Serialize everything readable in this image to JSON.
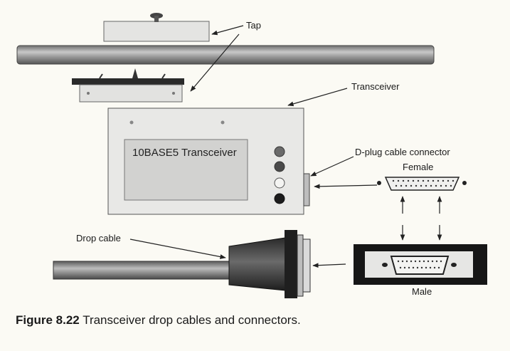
{
  "labels": {
    "tap": "Tap",
    "transceiver": "Transceiver",
    "device_name": "10BASE5 Transceiver",
    "dplug": "D-plug cable connector",
    "female": "Female",
    "male": "Male",
    "drop_cable": "Drop cable"
  },
  "caption": {
    "figure": "Figure 8.22",
    "text": "Transceiver drop cables and connectors."
  }
}
